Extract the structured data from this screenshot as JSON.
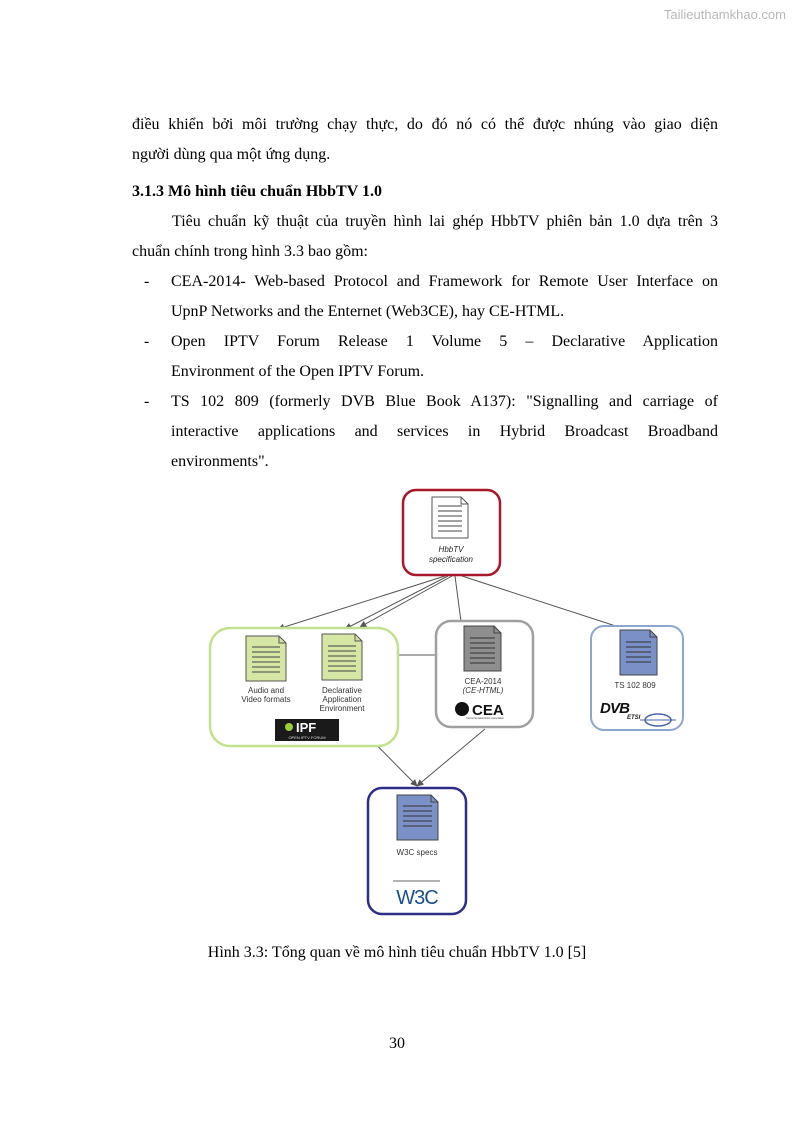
{
  "watermark": "Tailieuthamkhao.com",
  "intro": {
    "line1": "điều khiển bởi môi trường chạy thực, do đó nó có thể được nhúng vào giao diện",
    "line2": "người dùng qua một ứng dụng."
  },
  "section": {
    "heading": "3.1.3 Mô hình tiêu chuẩn HbbTV 1.0",
    "para_line1": "Tiêu chuẩn kỹ thuật của truyền hình lai ghép HbbTV phiên bản 1.0 dựa trên 3",
    "para_line2": "chuẩn chính trong hình 3.3 bao gồm:"
  },
  "bullets": [
    {
      "dash": "-",
      "line1": "CEA-2014- Web-based Protocol and Framework for Remote User Interface on",
      "line2": "UpnP Networks and the Enternet (Web3CE), hay CE-HTML."
    },
    {
      "dash": "-",
      "line1": "Open IPTV Forum Release 1 Volume 5 – Declarative Application",
      "line2": "Environment of the Open IPTV Forum."
    },
    {
      "dash": "-",
      "line1": "TS 102 809 (formerly DVB Blue Book A137): \"Signalling and carriage of",
      "line2": "interactive applications and services in Hybrid Broadcast Broadband",
      "line3": "environments\"."
    }
  ],
  "diagram": {
    "hbbtv": {
      "label_line1": "HbbTV",
      "label_line2": "specification"
    },
    "oipf": {
      "doc1_line1": "Audio and",
      "doc1_line2": "Video formats",
      "doc2_line1": "Declarative",
      "doc2_line2": "Application",
      "doc2_line3": "Environment",
      "logo": "IPF",
      "logo_sub": "OPEN IPTV FORUM"
    },
    "cea": {
      "label_line1": "CEA-2014",
      "label_line2": "(CE-HTML)",
      "logo": "CEA",
      "logo_sub": "Consumer Electronics Association"
    },
    "dvb": {
      "label": "TS 102 809",
      "logo": "DVB",
      "etsi": "ETSI"
    },
    "w3c": {
      "label": "W3C specs",
      "logo": "W3C"
    },
    "colors": {
      "hbbtv_border": "#a8182a",
      "oipf_border": "#c2e08e",
      "cea_border": "#a0a0a0",
      "dvb_border": "#8ea6cc",
      "w3c_border": "#2e2e86",
      "doc_white": "#ffffff",
      "doc_green": "#d6e6a4",
      "doc_gray": "#8e8e8e",
      "doc_blue": "#7a90c6",
      "arrow": "#555555"
    }
  },
  "caption": "Hình 3.3: Tổng quan về mô hình tiêu chuẩn HbbTV 1.0 [5]",
  "page_number": "30"
}
